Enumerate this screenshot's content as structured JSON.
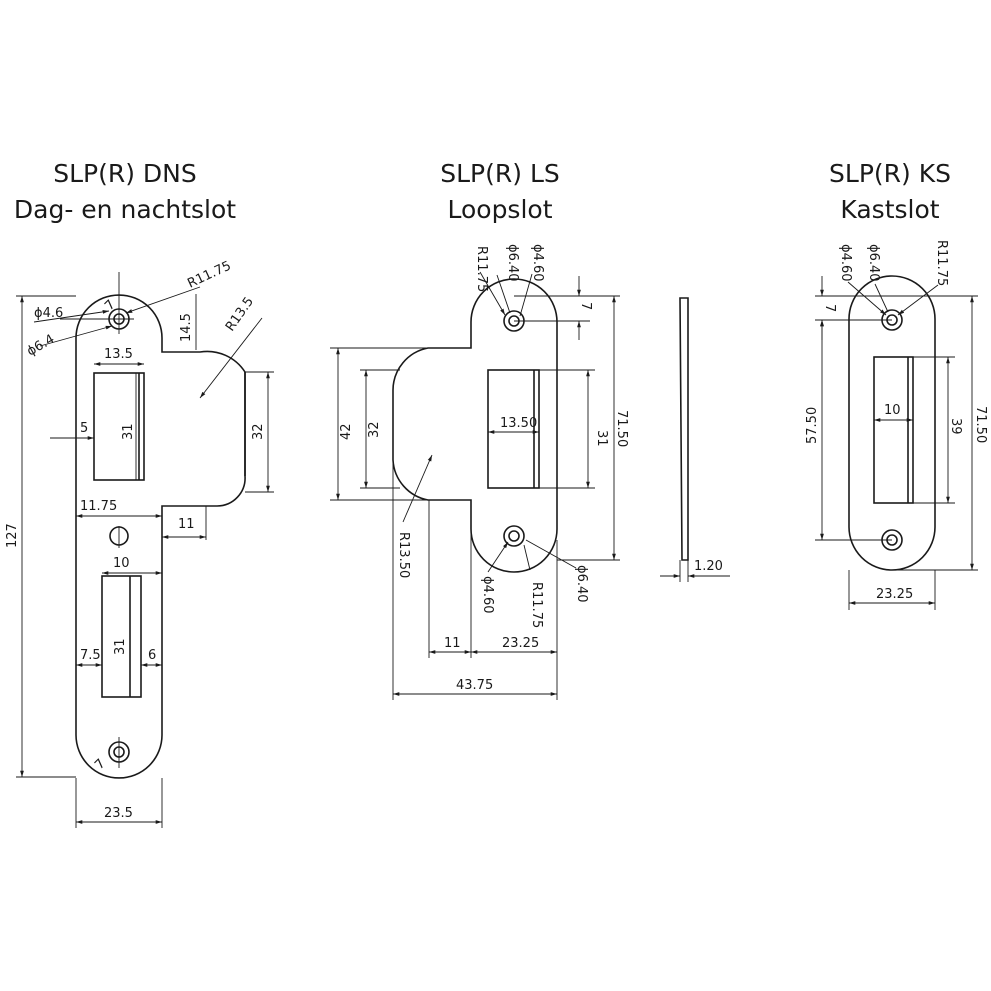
{
  "dns": {
    "title": "SLP(R) DNS",
    "subtitle": "Dag- en nachtslot",
    "dims": {
      "d1": "ϕ4.6",
      "d2": "ϕ6.4",
      "r1": "R11.75",
      "r2": "R13.5",
      "top": "14.5",
      "w": "13.5",
      "edge": "5",
      "h": "31",
      "lip": "32",
      "a": "11.75",
      "b": "11",
      "c": "10",
      "e": "7.5",
      "f": "6",
      "g": "31",
      "total": "127",
      "width": "23.5",
      "s1": "7",
      "s2": "7"
    }
  },
  "ls": {
    "title": "SLP(R) LS",
    "subtitle": "Loopslot",
    "dims": {
      "r1": "R11.75",
      "d1": "ϕ6.40",
      "d2": "ϕ4.60",
      "s1": "7",
      "h42": "42",
      "h32": "32",
      "w": "13.50",
      "h31": "31",
      "h71": "71.50",
      "r2": "R13.50",
      "d3": "ϕ4.60",
      "r3": "R11.75",
      "d4": "ϕ6.40",
      "b": "11",
      "c": "23.25",
      "total": "43.75",
      "t": "1.20"
    }
  },
  "ks": {
    "title": "SLP(R) KS",
    "subtitle": "Kastslot",
    "dims": {
      "d1": "ϕ4.60",
      "d2": "ϕ6.40",
      "r1": "R11.75",
      "s1": "7",
      "h57": "57.50",
      "w": "10",
      "h39": "39",
      "h71": "71.50",
      "width": "23.25"
    }
  }
}
